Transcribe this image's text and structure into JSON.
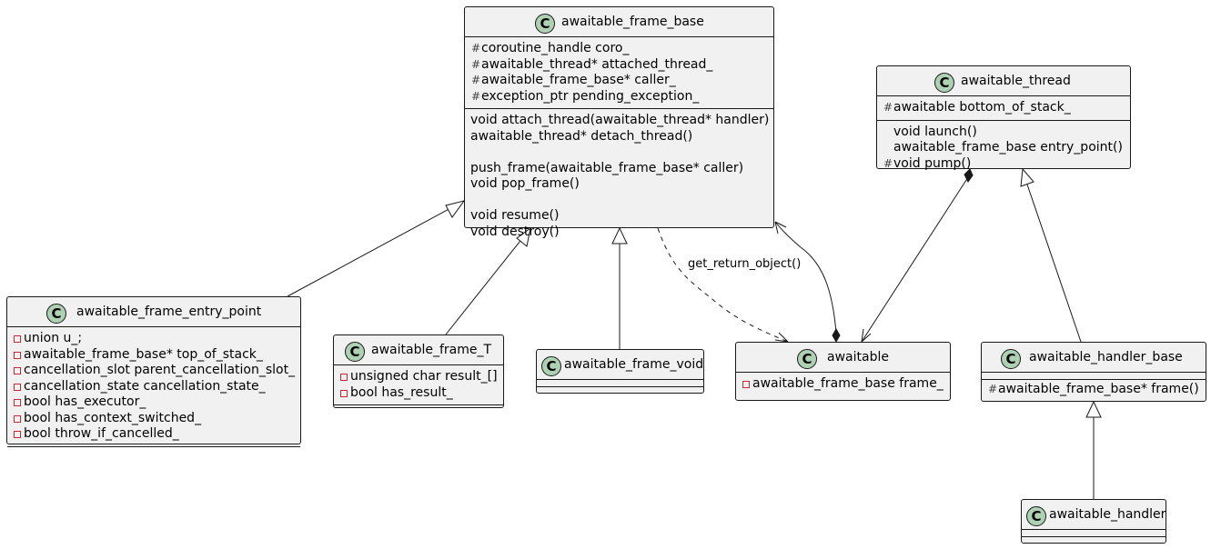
{
  "classes": {
    "awaitable_frame_base": {
      "name": "awaitable_frame_base",
      "badge": "C",
      "fields": [
        {
          "vis": "#",
          "text": "coroutine_handle coro_"
        },
        {
          "vis": "#",
          "text": "awaitable_thread* attached_thread_"
        },
        {
          "vis": "#",
          "text": "awaitable_frame_base* caller_"
        },
        {
          "vis": "#",
          "text": "exception_ptr pending_exception_"
        }
      ],
      "methods": [
        "void attach_thread(awaitable_thread* handler)",
        "awaitable_thread* detach_thread()",
        "",
        "push_frame(awaitable_frame_base* caller)",
        "void pop_frame()",
        "",
        "void resume()",
        "void destroy()"
      ]
    },
    "awaitable_thread": {
      "name": "awaitable_thread",
      "badge": "C",
      "fields": [
        {
          "vis": "#",
          "text": "awaitable bottom_of_stack_"
        }
      ],
      "methods": [
        {
          "vis": "",
          "text": "void launch()"
        },
        {
          "vis": "",
          "text": "awaitable_frame_base entry_point()"
        },
        {
          "vis": "#",
          "text": "void pump()"
        }
      ]
    },
    "awaitable_frame_entry_point": {
      "name": "awaitable_frame_entry_point",
      "badge": "C",
      "fields": [
        {
          "vis": "-",
          "text": "union u_;"
        },
        {
          "vis": "-",
          "text": "awaitable_frame_base* top_of_stack_"
        },
        {
          "vis": "-",
          "text": "cancellation_slot parent_cancellation_slot_"
        },
        {
          "vis": "-",
          "text": "cancellation_state cancellation_state_"
        },
        {
          "vis": "-",
          "text": "bool has_executor_"
        },
        {
          "vis": "-",
          "text": "bool has_context_switched_"
        },
        {
          "vis": "-",
          "text": "bool throw_if_cancelled_"
        }
      ]
    },
    "awaitable_frame_T": {
      "name": "awaitable_frame_T",
      "badge": "C",
      "fields": [
        {
          "vis": "-",
          "text": "unsigned char result_[]"
        },
        {
          "vis": "-",
          "text": "bool has_result_"
        }
      ]
    },
    "awaitable_frame_void": {
      "name": "awaitable_frame_void",
      "badge": "C"
    },
    "awaitable": {
      "name": "awaitable",
      "badge": "C",
      "fields": [
        {
          "vis": "-",
          "text": "awaitable_frame_base frame_"
        }
      ]
    },
    "awaitable_handler_base": {
      "name": "awaitable_handler_base",
      "badge": "C",
      "methods": [
        {
          "vis": "#",
          "text": "awaitable_frame_base* frame()"
        }
      ]
    },
    "awaitable_handler": {
      "name": "awaitable_handler",
      "badge": "C"
    }
  },
  "edges": {
    "get_return_object_label": "get_return_object()"
  },
  "colors": {
    "class_fill": "#f1f1f1",
    "border": "#181818",
    "badge_fill": "#add1b2",
    "private_marker": "#c82930"
  }
}
